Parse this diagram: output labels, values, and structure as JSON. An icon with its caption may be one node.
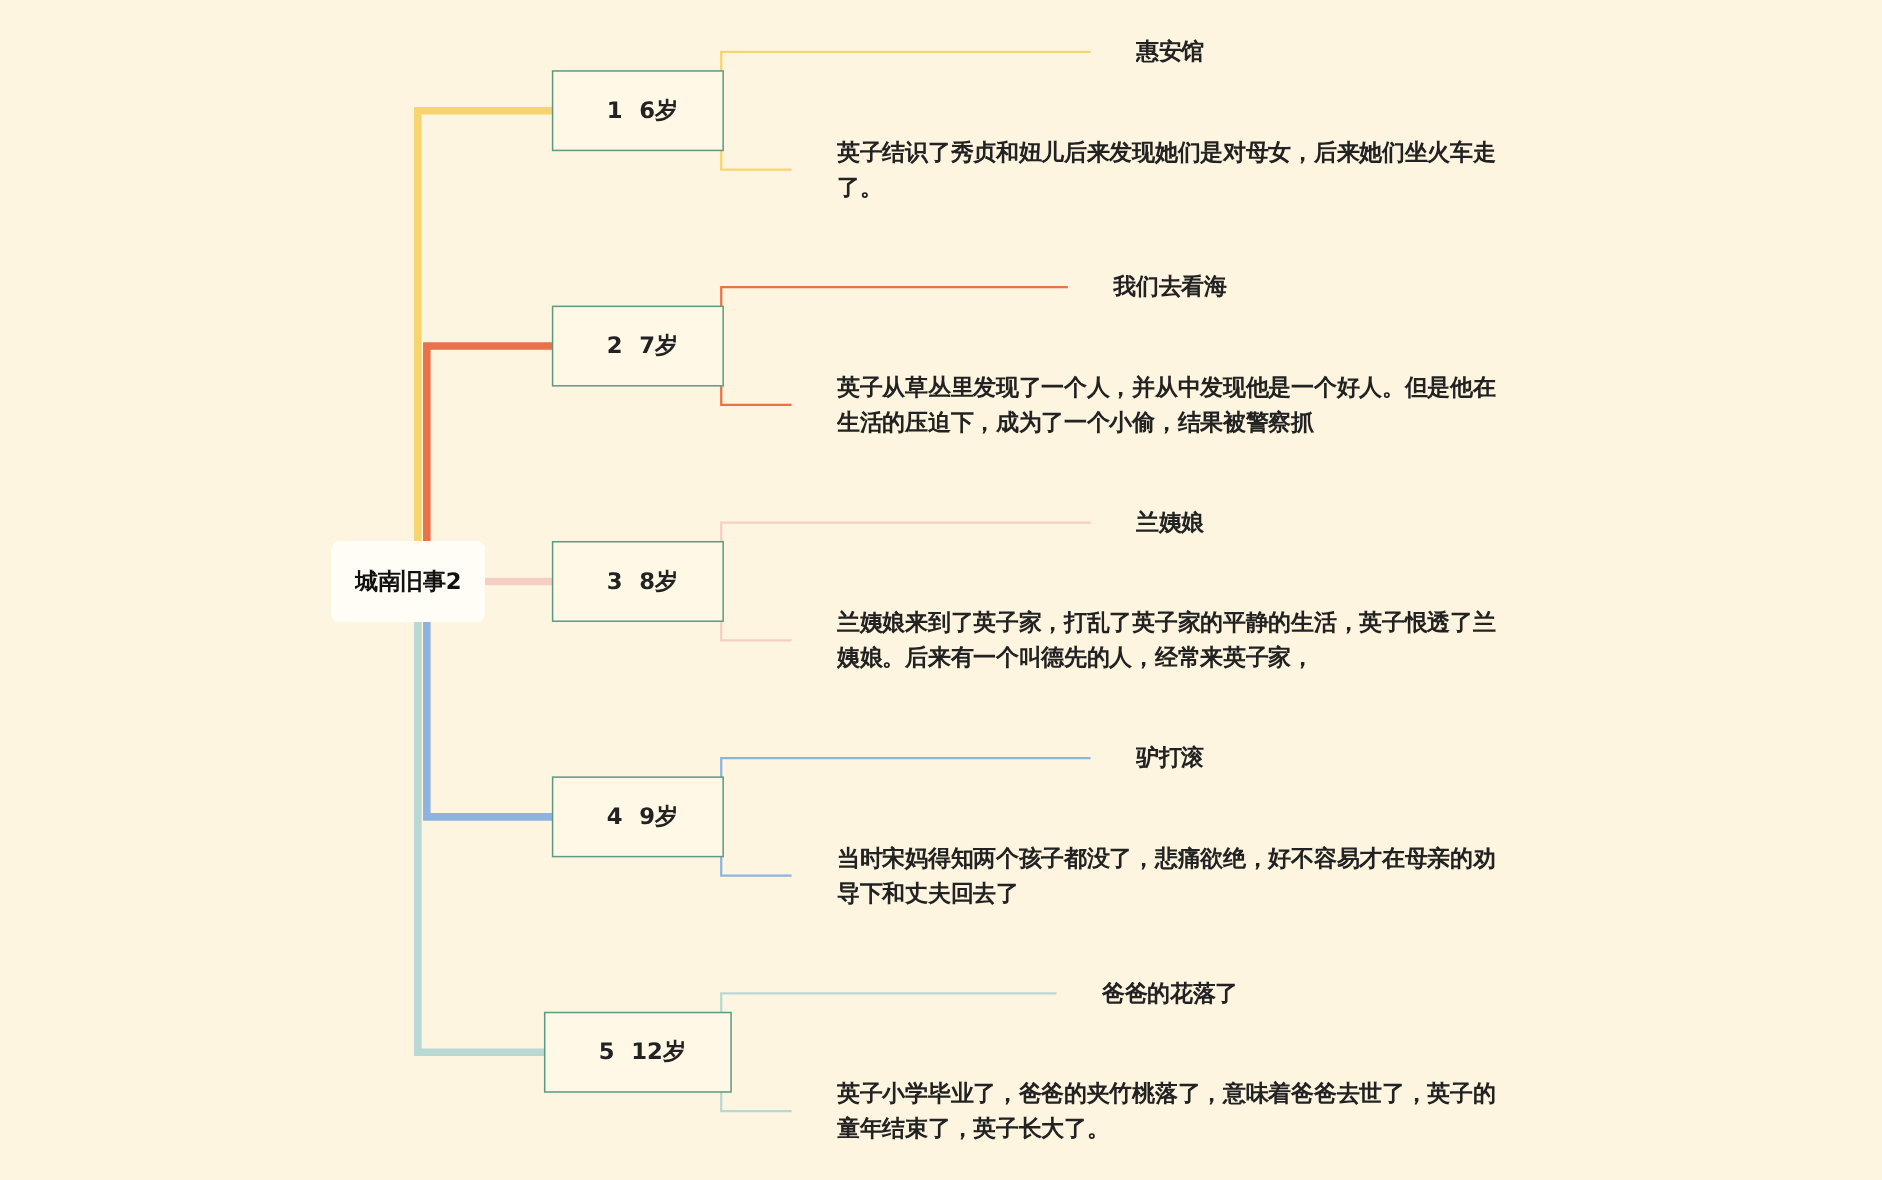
{
  "diagram": {
    "nodes": [
      {
        "text": [
          "城南旧事2"
        ]
      },
      {
        "text": [
          "1",
          "6岁"
        ]
      },
      {
        "text": [
          "惠安馆"
        ]
      },
      {
        "text": [
          "英子结识了秀贞和妞儿后来发现她们是对母女，后来她们坐火车走了。"
        ]
      },
      {
        "text": [
          "2",
          "7岁"
        ]
      },
      {
        "text": [
          "我们去看海"
        ]
      },
      {
        "text": [
          "英子从草丛里发现了一个人，并从中发现他是一个好人。但是他在生活的压迫下，成为了一个小偷，结果被警察抓"
        ]
      },
      {
        "text": [
          "3",
          "8岁"
        ]
      },
      {
        "text": [
          "兰姨娘"
        ]
      },
      {
        "text": [
          "兰姨娘来到了英子家，打乱了英子家的平静的生活，英子恨透了兰姨娘。后来有一个叫德先的人，经常来英子家，"
        ]
      },
      {
        "text": [
          "4",
          "9岁"
        ]
      },
      {
        "text": [
          "驴打滚"
        ]
      },
      {
        "text": [
          "当时宋妈得知两个孩子都没了，悲痛欲绝，好不容易才在母亲的劝导下和丈夫回去了"
        ]
      },
      {
        "text": [
          "5",
          "12岁"
        ]
      },
      {
        "text": [
          "爸爸的花落了"
        ]
      },
      {
        "text": [
          "英子小学毕业了，爸爸的夹竹桃落了，意味着爸爸去世了，英子的童年结束了，英子长大了。"
        ]
      }
    ],
    "edges": [
      {
        "from": 0,
        "to": 1,
        "arrow": "none",
        "style": "thick",
        "color": "#f7d56e"
      },
      {
        "from": 1,
        "to": 2,
        "arrow": "none",
        "color": "#f7d56e"
      },
      {
        "from": 1,
        "to": 3,
        "arrow": "none",
        "color": "#f7d56e"
      },
      {
        "from": 0,
        "to": 4,
        "arrow": "none",
        "style": "thick",
        "color": "#e8734a"
      },
      {
        "from": 4,
        "to": 5,
        "arrow": "none",
        "color": "#e8734a"
      },
      {
        "from": 4,
        "to": 6,
        "arrow": "none",
        "color": "#e8734a"
      },
      {
        "from": 0,
        "to": 7,
        "arrow": "none",
        "style": "thick",
        "color": "#f5cfc4"
      },
      {
        "from": 7,
        "to": 8,
        "arrow": "none",
        "color": "#f5cfc4"
      },
      {
        "from": 7,
        "to": 9,
        "arrow": "none",
        "color": "#f5cfc4"
      },
      {
        "from": 0,
        "to": 10,
        "arrow": "none",
        "style": "thick",
        "color": "#8fb3e0"
      },
      {
        "from": 10,
        "to": 11,
        "arrow": "none",
        "color": "#8fb3e0"
      },
      {
        "from": 10,
        "to": 12,
        "arrow": "none",
        "color": "#8fb3e0"
      },
      {
        "from": 0,
        "to": 13,
        "arrow": "none",
        "style": "thick",
        "color": "#b8d8d4"
      },
      {
        "from": 13,
        "to": 14,
        "arrow": "none",
        "color": "#b8d8d4"
      },
      {
        "from": 13,
        "to": 15,
        "arrow": "none",
        "color": "#b8d8d4"
      }
    ]
  }
}
